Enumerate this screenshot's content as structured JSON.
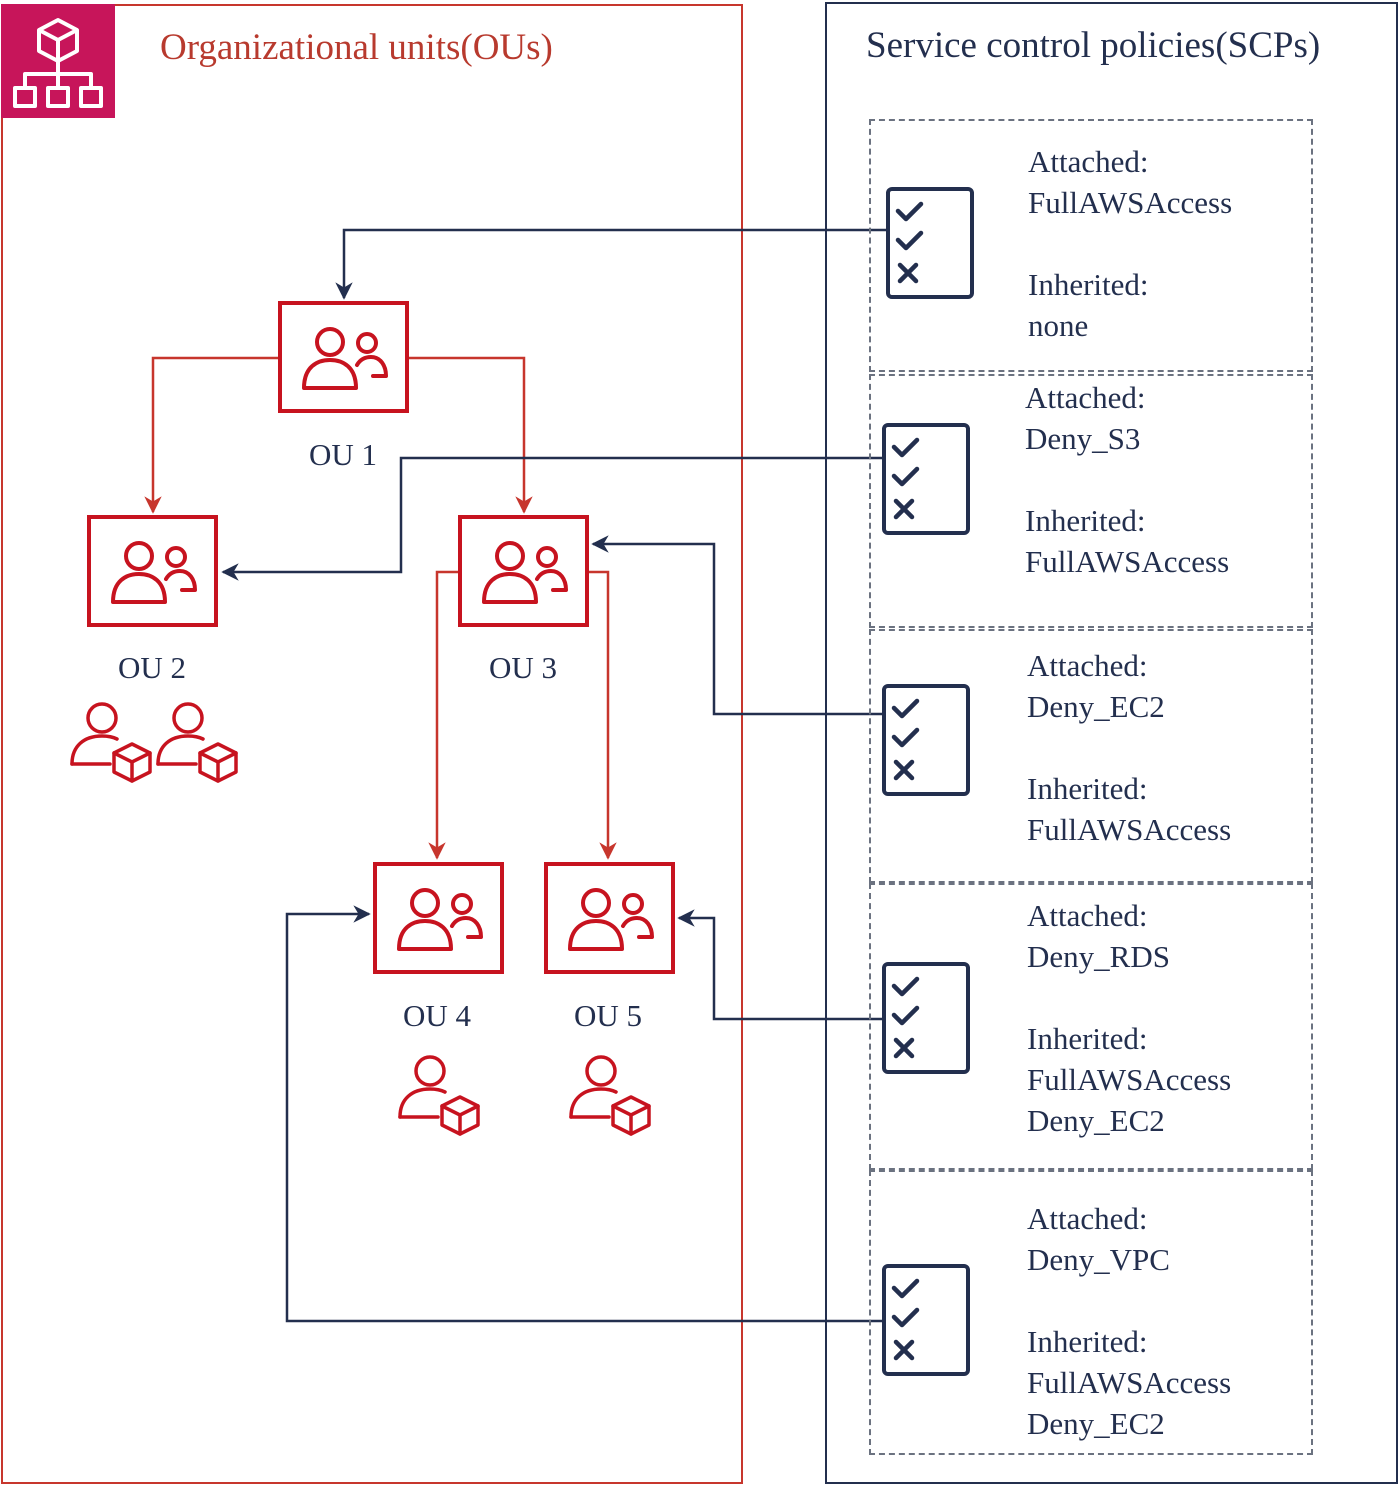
{
  "ou_panel": {
    "title": "Organizational units(OUs)",
    "icon": "aws-organizations-icon"
  },
  "scp_panel": {
    "title": "Service control policies(SCPs)"
  },
  "ous": [
    {
      "label": "OU 1"
    },
    {
      "label": "OU 2"
    },
    {
      "label": "OU 3"
    },
    {
      "label": "OU 4"
    },
    {
      "label": "OU 5"
    }
  ],
  "scps": [
    {
      "attached_heading": "Attached:",
      "attached": "FullAWSAccess",
      "inherited_heading": "Inherited:",
      "inherited": [
        "none"
      ]
    },
    {
      "attached_heading": "Attached:",
      "attached": "Deny_S3",
      "inherited_heading": "Inherited:",
      "inherited": [
        "FullAWSAccess"
      ]
    },
    {
      "attached_heading": "Attached:",
      "attached": "Deny_EC2",
      "inherited_heading": "Inherited:",
      "inherited": [
        "FullAWSAccess"
      ]
    },
    {
      "attached_heading": "Attached:",
      "attached": "Deny_RDS",
      "inherited_heading": "Inherited:",
      "inherited": [
        "FullAWSAccess",
        "Deny_EC2"
      ]
    },
    {
      "attached_heading": "Attached:",
      "attached": "Deny_VPC",
      "inherited_heading": "Inherited:",
      "inherited": [
        "FullAWSAccess",
        "Deny_EC2"
      ]
    }
  ],
  "colors": {
    "ou_red": "#c7131f",
    "line_red": "#c7362d",
    "navy": "#232f4e",
    "logo_pink": "#c7155a"
  }
}
